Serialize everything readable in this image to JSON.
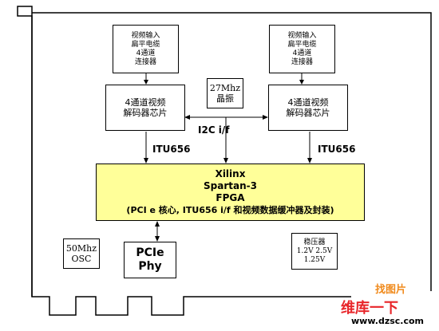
{
  "left_connector": [
    "视频输入",
    "扁平电缆",
    "4通道",
    "连接器"
  ],
  "right_connector": [
    "视频输入",
    "扁平电缆",
    "4通道",
    "连接器"
  ],
  "left_decoder": [
    "4通道视频",
    "解码器芯片"
  ],
  "right_decoder": [
    "4通道视频",
    "解码器芯片"
  ],
  "crystal": [
    "27Mhz",
    "晶振"
  ],
  "i2c_label": "I2C i/f",
  "itu_left": "ITU656",
  "itu_right": "ITU656",
  "fpga": [
    "Xilinx",
    "Spartan-3",
    "FPGA",
    "(PCI e 核心, ITU656 i/f 和视频数据缓冲器及封装)"
  ],
  "osc": [
    "50Mhz",
    "OSC"
  ],
  "pcie_phy": [
    "PCIe",
    "Phy"
  ],
  "regulator": [
    "稳压器",
    "1.2V 2.5V",
    "1.25V"
  ],
  "watermark": {
    "top": "找图片",
    "brand": "维库一下",
    "url": "www.dzsc.com"
  },
  "colors": {
    "fpga_fill": "#ffff99",
    "watermark_red": "#e8262a",
    "watermark_orange": "#f08a1c"
  }
}
